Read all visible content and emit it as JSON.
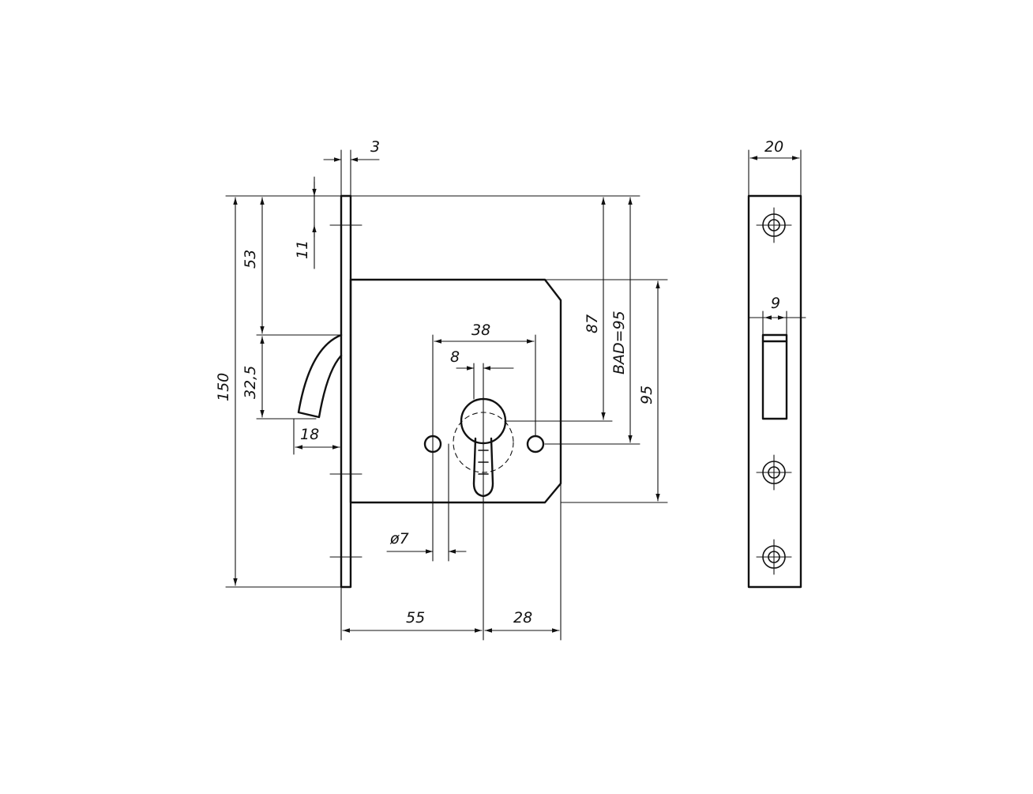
{
  "drawing": {
    "front_view": {
      "dims": {
        "faceplate_thickness": "3",
        "screw_offset": "11",
        "top_to_hook": "53",
        "hook_height": "32,5",
        "overall_height": "150",
        "hook_projection": "18",
        "handle_to_key": "38",
        "key_offset": "8",
        "hole_diameter": "ø7",
        "backset": "55",
        "key_to_back": "28",
        "top_to_key": "87",
        "bad": "BAD=95",
        "body_height": "95"
      }
    },
    "side_view": {
      "dims": {
        "plate_width": "20",
        "slot_width": "9"
      }
    }
  }
}
